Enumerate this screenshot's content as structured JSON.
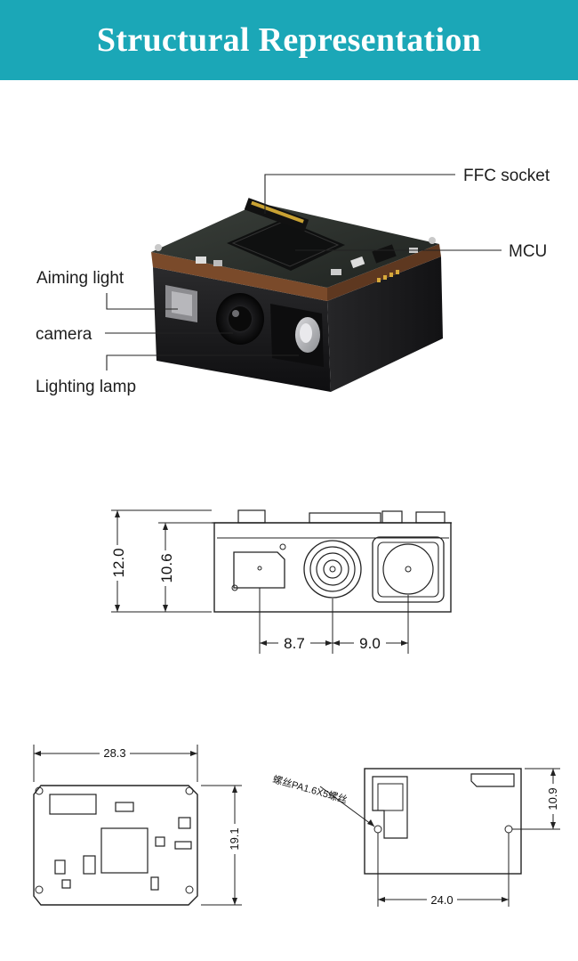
{
  "header": {
    "title": "Structural Representation",
    "background_color": "#1ba7b7",
    "text_color": "#ffffff"
  },
  "product_photo": {
    "callouts": {
      "ffc_socket": "FFC socket",
      "mcu": "MCU",
      "aiming_light": "Aiming light",
      "camera": "camera",
      "lighting_lamp": "Lighting lamp"
    }
  },
  "front_view": {
    "dimensions": {
      "total_height": "12.0",
      "body_height": "10.6",
      "aim_to_camera": "8.7",
      "camera_to_lamp": "9.0"
    }
  },
  "top_view": {
    "dimensions": {
      "width": "28.3",
      "depth": "19.1"
    }
  },
  "bottom_view": {
    "dimensions": {
      "height": "10.9",
      "hole_spacing": "24.0"
    },
    "screw_label": "螺丝PA1.6X5螺丝"
  }
}
